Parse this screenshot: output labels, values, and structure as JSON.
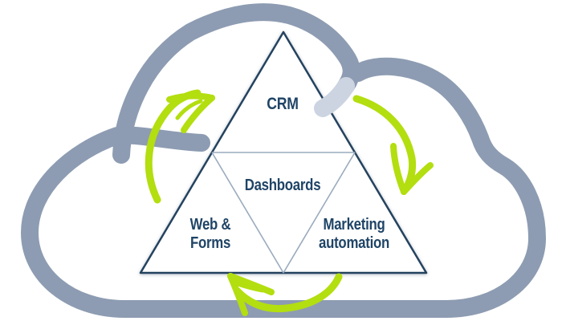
{
  "diagram": {
    "name": "crm-cloud-cycle-diagram",
    "pyramid": {
      "top": {
        "label": "CRM"
      },
      "center": {
        "label": "Dashboards"
      },
      "bottom_left": {
        "line1": "Web &",
        "line2": "Forms"
      },
      "bottom_right": {
        "line1": "Marketing",
        "line2": "automation"
      }
    },
    "icons": [
      "cloud-icon",
      "cycle-arrow-up-icon",
      "cycle-arrow-down-icon",
      "cycle-arrow-left-icon"
    ]
  },
  "colors": {
    "background": "#FFFFFF",
    "cloud": "#8D9CB2",
    "cloud_light": "#CCD4E1",
    "pyramid_fill": "#FFFFFF",
    "pyramid_outline": "#24435F",
    "divider": "#9AABBD",
    "text": "#1F4466",
    "green": "#B3DE0F"
  }
}
